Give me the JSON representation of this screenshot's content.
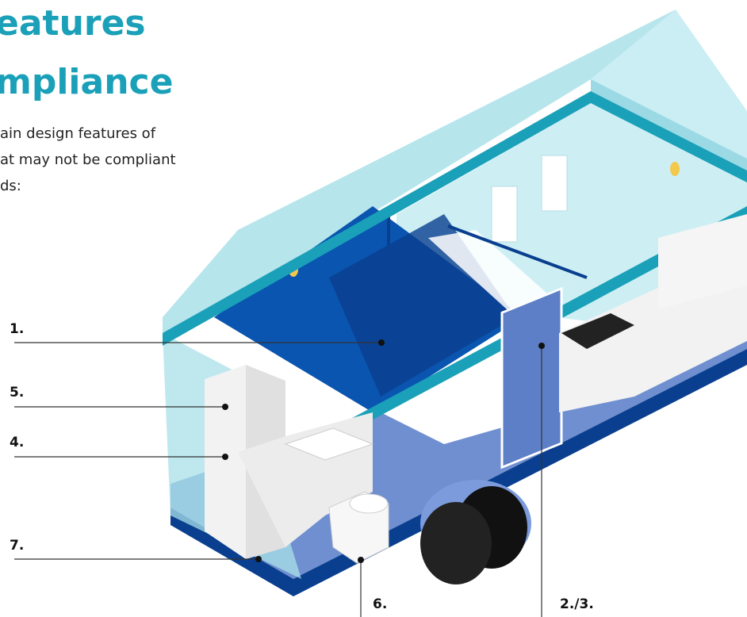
{
  "heading": {
    "line1": "eatures",
    "line2": "mpliance"
  },
  "intro": {
    "line1": "ain design features of",
    "line2": "at may not be compliant",
    "line3": "ds:"
  },
  "callouts": {
    "c1": "1.",
    "c5": "5.",
    "c4": "4.",
    "c7": "7.",
    "c6": "6.",
    "c23": "2./3."
  },
  "colors": {
    "accent": "#1aa0b8",
    "glass": "#a8e0e8",
    "navy": "#0a3f8f",
    "floor": "#6f8fd0",
    "white_fixture": "#f2f2f2"
  }
}
